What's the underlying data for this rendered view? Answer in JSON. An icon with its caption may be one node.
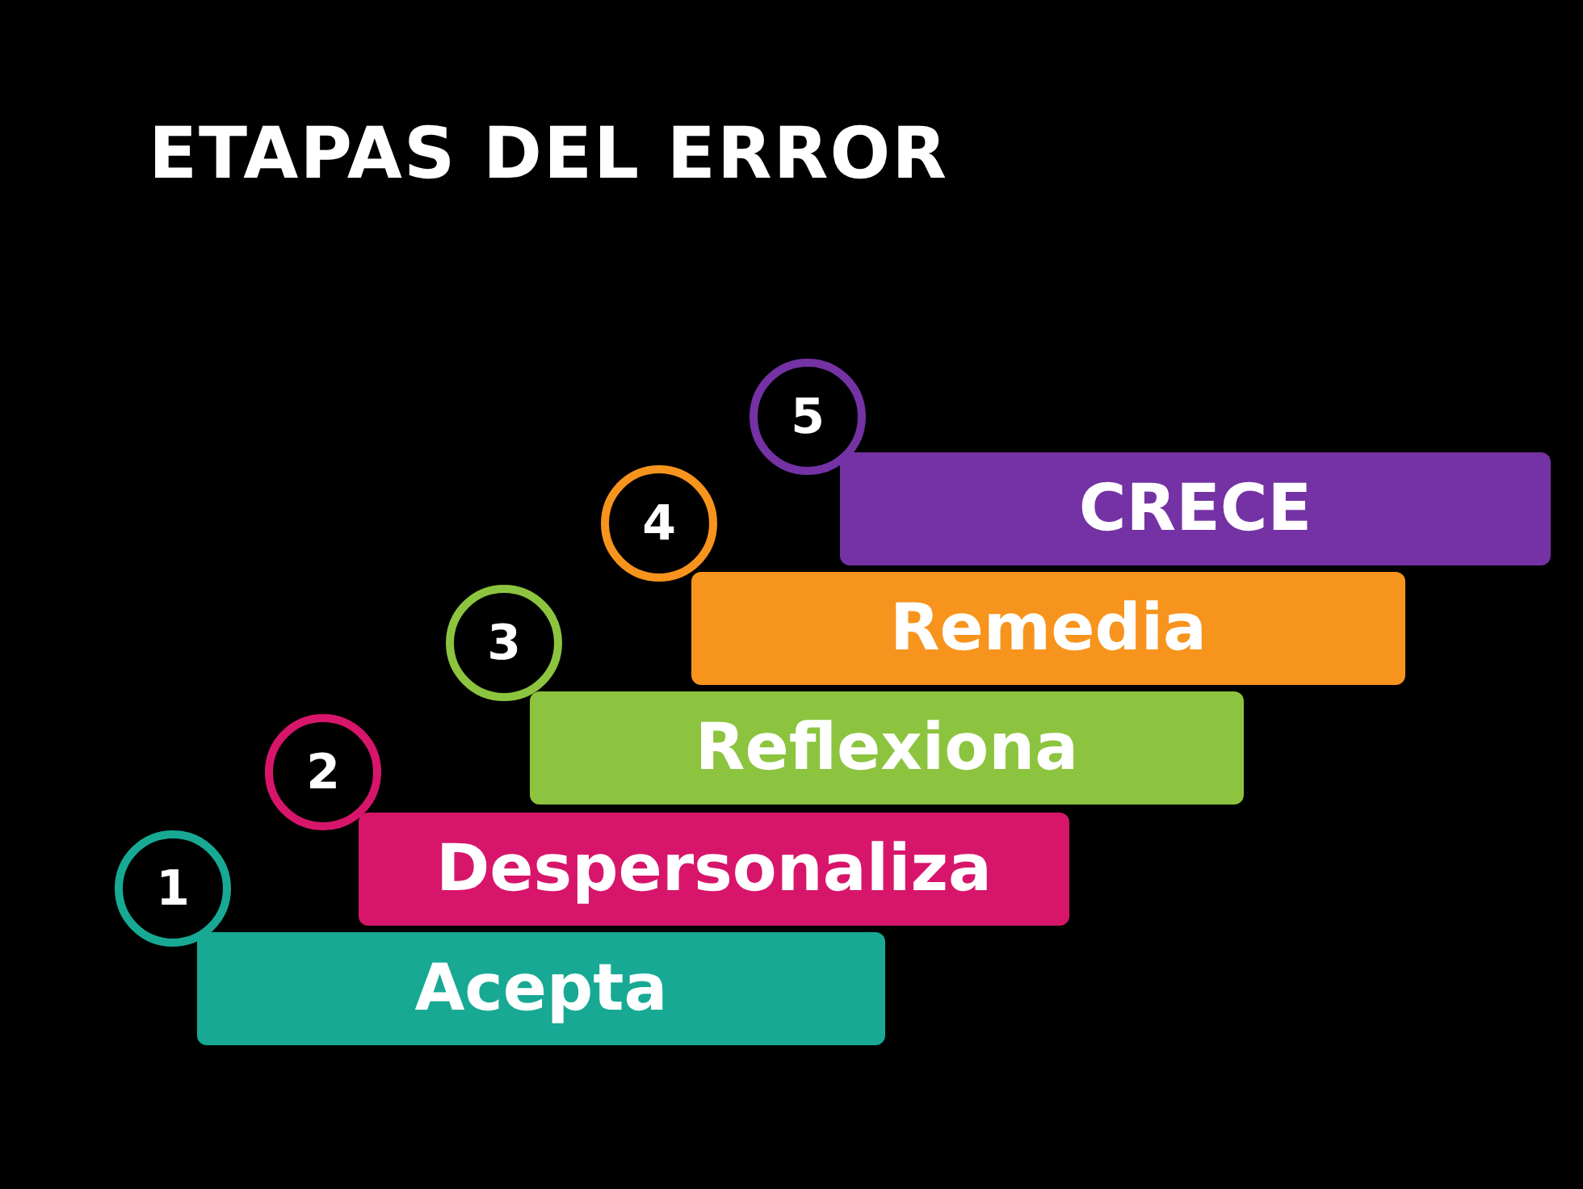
{
  "diagram": {
    "title": "ETAPAS DEL ERROR",
    "nodes": [
      {
        "text": [
          "1"
        ]
      },
      {
        "text": [
          "Acepta"
        ]
      },
      {
        "text": [
          "2"
        ]
      },
      {
        "text": [
          "Despersonaliza"
        ]
      },
      {
        "text": [
          "3"
        ]
      },
      {
        "text": [
          "Reflexiona"
        ]
      },
      {
        "text": [
          "4"
        ]
      },
      {
        "text": [
          "Remedia"
        ]
      },
      {
        "text": [
          "5"
        ]
      },
      {
        "text": [
          "CRECE"
        ]
      }
    ]
  }
}
